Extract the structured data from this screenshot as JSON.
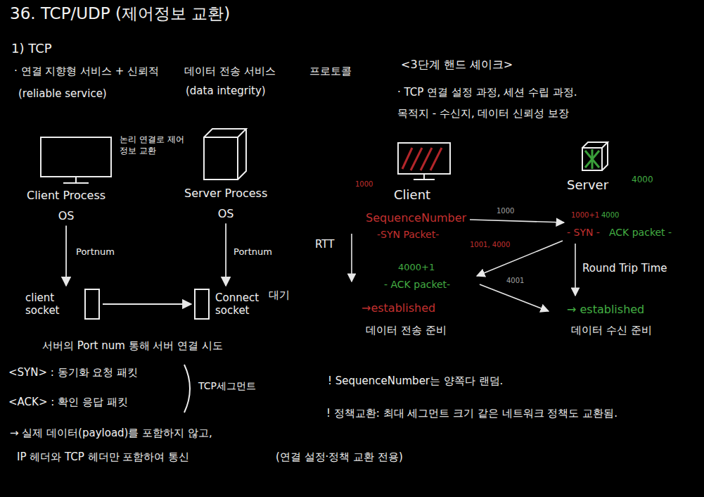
{
  "diagram": {
    "title": "36. TCP/UDP (제어정보 교환)",
    "nodes": [
      {
        "text": [
          "Client Process",
          "OS"
        ]
      },
      {
        "text": [
          "Server Process",
          "OS"
        ]
      },
      {
        "text": [
          "client socket"
        ]
      },
      {
        "text": [
          "Connect socket",
          "대기"
        ]
      },
      {
        "text": [
          "Client"
        ]
      },
      {
        "text": [
          "Server"
        ]
      }
    ],
    "edges": [
      {
        "from": 0,
        "to": 2,
        "arrow": "to"
      },
      {
        "from": 1,
        "to": 3,
        "arrow": "to"
      },
      {
        "from": 2,
        "to": 3,
        "arrow": "to"
      }
    ],
    "labels": [
      "1) TCP",
      "· 연결 지향형 서비스 + 신뢰적",
      "데이터 전송 서비스",
      "프로토콜",
      "(reliable service)",
      "(data integrity)",
      "논리 연결로 제어정보 교환",
      "Portnum",
      "Portnum",
      "서버의 Port num 통해 서버 연결 시도",
      "<SYN> : 동기화 요청 패킷",
      "<ACK> : 확인 응답 패킷",
      "TCP세그먼트",
      "→ 실제 데이터(payload)를 포함하지 않고,",
      "IP 헤더와 TCP 헤더만 포함하여 통신",
      "(연결 설정·정책 교환 전용)",
      "<3단계 핸드 셰이크>",
      "· TCP 연결 설정 과정, 세션 수립 과정.",
      "목적지 - 수신지, 데이터 신뢰성 보장",
      "1000",
      "4000",
      "SequenceNumber",
      "-SYN Packet-",
      "1000",
      "1000+1",
      "4000",
      "- SYN -",
      "ACK packet -",
      "RTT",
      "1001, 4000",
      "Round Trip Time",
      "4000+1",
      "- ACK packet-",
      "4001",
      "→established",
      "데이터 전송 준비",
      "→ established",
      "데이터 수신 준비",
      "! SequenceNumber는 양쪽다 랜덤.",
      "! 정책교환: 최대 세그먼트 크기 같은 네트워크 정책도 교환됨."
    ]
  }
}
